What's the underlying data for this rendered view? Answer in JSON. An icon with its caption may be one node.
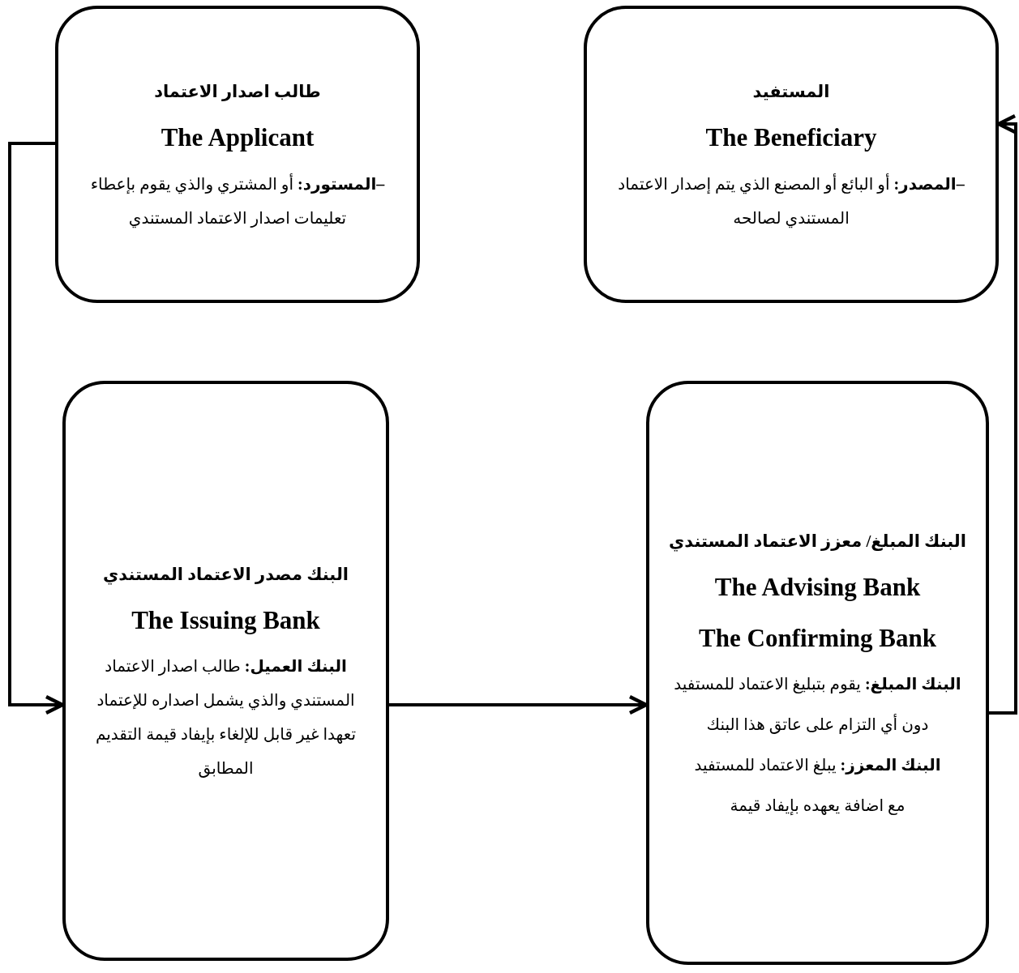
{
  "diagram": {
    "nodes": [
      {
        "text": [
          "طالب اصدار الاعتماد",
          "The Applicant",
          "**–المستورد:** أو المشتري والذي يقوم بإعطاء تعليمات اصدار الاعتماد المستندي"
        ]
      },
      {
        "text": [
          "المستفيد",
          "The Beneficiary",
          "**–المصدر:** أو البائع أو المصنع الذي يتم إصدار الاعتماد المستندي لصالحه"
        ]
      },
      {
        "text": [
          "البنك مصدر الاعتماد المستندي",
          "The Issuing Bank",
          "**البنك العميل:** طالب اصدار الاعتماد المستندي والذي يشمل اصداره للإعتماد تعهدا غير قابل للإلغاء بإيفاد قيمة التقديم المطابق"
        ]
      },
      {
        "text": [
          "البنك المبلغ/ معزز الاعتماد المستندي",
          "The Advising Bank",
          "The Confirming Bank",
          "**البنك المبلغ:** يقوم بتبليغ الاعتماد للمستفيد",
          "دون أي التزام على عاتق هذا البنك",
          "**البنك المعزز:** يبلغ الاعتماد للمستفيد",
          "مع اضافة يعهده بإيفاد قيمة"
        ]
      }
    ],
    "edges": [
      {
        "from": 0,
        "to": 2,
        "arrow": "to"
      },
      {
        "from": 2,
        "to": 3,
        "arrow": "to"
      },
      {
        "from": 3,
        "to": 1,
        "arrow": "to"
      }
    ]
  }
}
